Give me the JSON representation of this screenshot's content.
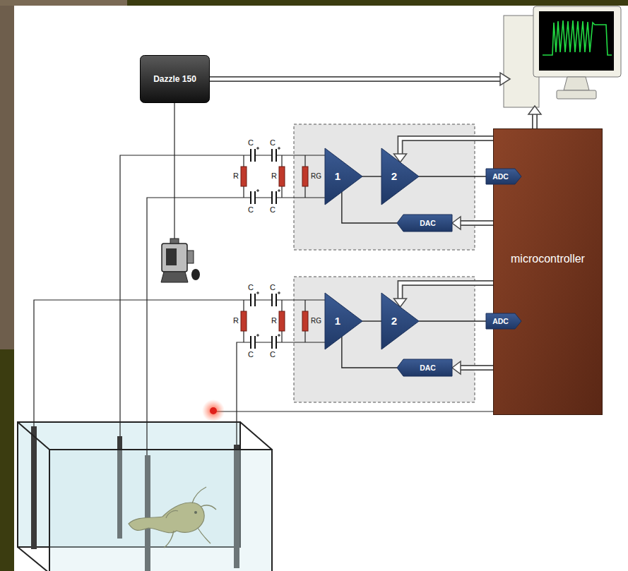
{
  "diagram": {
    "nodes": [
      {
        "text": [
          "Dazzle 150"
        ]
      },
      {
        "text": [
          "1"
        ]
      },
      {
        "text": [
          "2"
        ]
      },
      {
        "text": [
          "ADC"
        ]
      },
      {
        "text": [
          "DAC"
        ]
      },
      {
        "text": [
          "1"
        ]
      },
      {
        "text": [
          "2"
        ]
      },
      {
        "text": [
          "ADC"
        ]
      },
      {
        "text": [
          "DAC"
        ]
      },
      {
        "text": [
          "microcontroller"
        ]
      }
    ],
    "edges": [
      {
        "from": 1,
        "to": 2,
        "arrow": "none"
      },
      {
        "from": 2,
        "to": 3,
        "arrow": "none"
      },
      {
        "from": 4,
        "to": 1,
        "arrow": "none"
      },
      {
        "from": 9,
        "to": 4,
        "arrow": "to"
      },
      {
        "from": 9,
        "to": 2,
        "arrow": "to"
      },
      {
        "from": 5,
        "to": 6,
        "arrow": "none"
      },
      {
        "from": 6,
        "to": 7,
        "arrow": "none"
      },
      {
        "from": 8,
        "to": 5,
        "arrow": "none"
      },
      {
        "from": 9,
        "to": 8,
        "arrow": "to"
      },
      {
        "from": 9,
        "to": 6,
        "arrow": "to"
      }
    ],
    "labels": [
      "C",
      "C",
      "R",
      "R",
      "RG",
      "C",
      "C",
      "C",
      "C",
      "R",
      "R",
      "RG",
      "C",
      "C"
    ]
  }
}
